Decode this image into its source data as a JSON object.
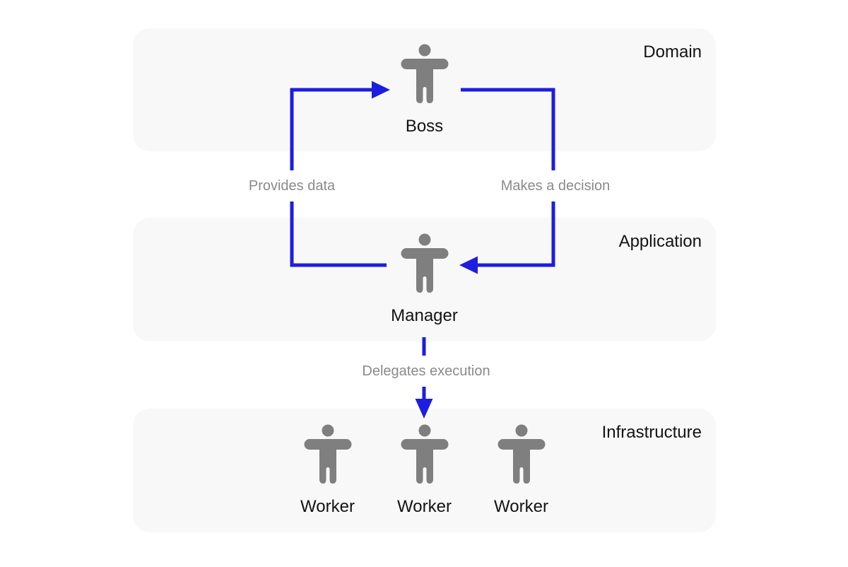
{
  "colors": {
    "arrow_blue": "#1d1de0",
    "layer_background": "#f8f8f8",
    "title_text": "#131313",
    "arrow_label_text": "#8a8a8a",
    "person_gray": "#7f7f7f"
  },
  "layers": [
    {
      "title": "Domain",
      "entities": [
        {
          "label": "Boss"
        }
      ]
    },
    {
      "title": "Application",
      "entities": [
        {
          "label": "Manager"
        }
      ]
    },
    {
      "title": "Infrastructure",
      "entities": [
        {
          "label": "Worker"
        },
        {
          "label": "Worker"
        },
        {
          "label": "Worker"
        }
      ]
    }
  ],
  "arrows": [
    {
      "label": "Provides data",
      "from": "Manager",
      "to": "Boss"
    },
    {
      "label": "Makes a decision",
      "from": "Boss",
      "to": "Manager"
    },
    {
      "label": "Delegates execution",
      "from": "Manager",
      "to": "Workers"
    }
  ]
}
